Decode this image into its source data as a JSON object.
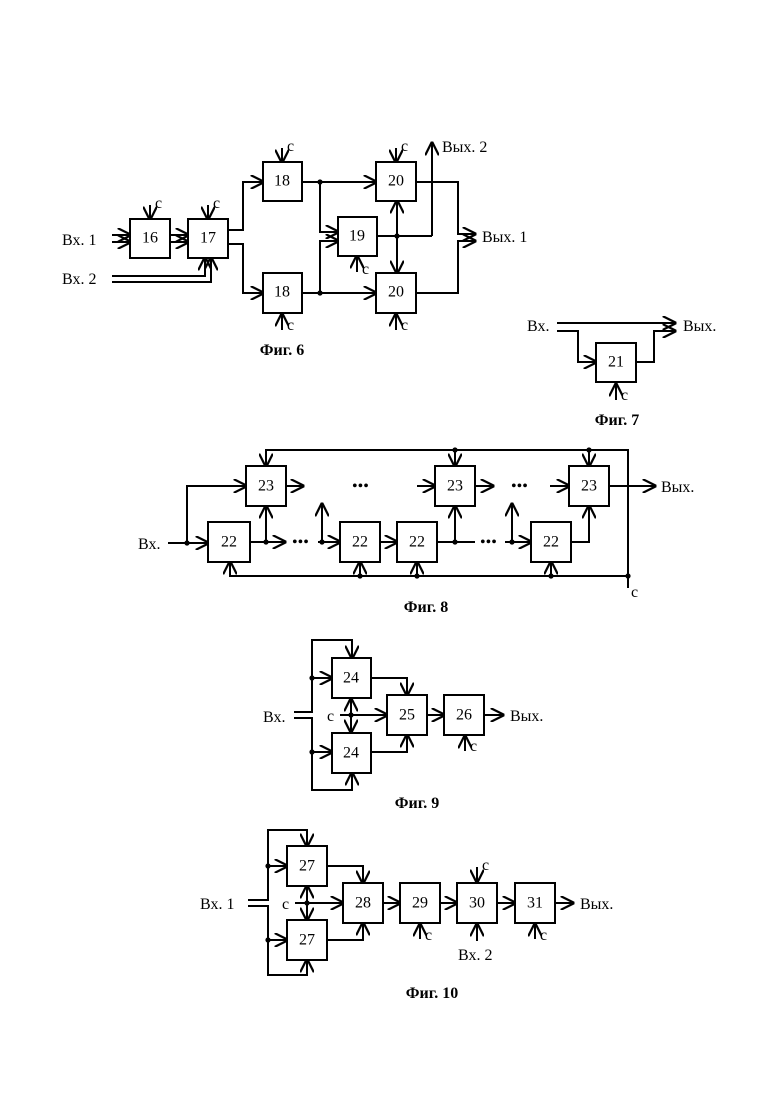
{
  "fig6": {
    "caption": "Фиг. 6",
    "in1": "Вх. 1",
    "in2": "Вх. 2",
    "out1": "Вых. 1",
    "out2": "Вых. 2",
    "blocks": {
      "b16": "16",
      "b17": "17",
      "b18a": "18",
      "b18b": "18",
      "b19": "19",
      "b20a": "20",
      "b20b": "20"
    },
    "clk": "с"
  },
  "fig7": {
    "caption": "Фиг. 7",
    "in": "Вх.",
    "out": "Вых.",
    "blocks": {
      "b21": "21"
    },
    "clk": "с"
  },
  "fig8": {
    "caption": "Фиг. 8",
    "in": "Вх.",
    "out": "Вых.",
    "blocks": {
      "b23a": "23",
      "b23b": "23",
      "b23c": "23",
      "b22a": "22",
      "b22b": "22",
      "b22c": "22",
      "b22d": "22"
    },
    "dots": "•••",
    "clk": "с"
  },
  "fig9": {
    "caption": "Фиг. 9",
    "in": "Вх.",
    "out": "Вых.",
    "blocks": {
      "b24a": "24",
      "b24b": "24",
      "b25": "25",
      "b26": "26"
    },
    "clk": "с"
  },
  "fig10": {
    "caption": "Фиг. 10",
    "in1": "Вх. 1",
    "in2": "Вх. 2",
    "out": "Вых.",
    "blocks": {
      "b27a": "27",
      "b27b": "27",
      "b28": "28",
      "b29": "29",
      "b30": "30",
      "b31": "31"
    },
    "clk": "с"
  }
}
